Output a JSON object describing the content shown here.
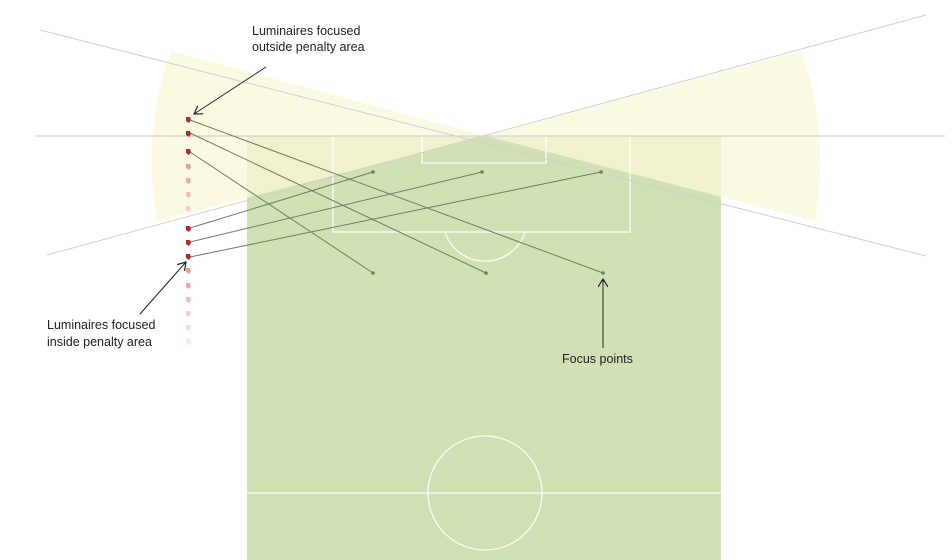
{
  "annotations": {
    "outside_line1": "Luminaires focused",
    "outside_line2": "outside penalty area",
    "inside_line1": "Luminaires focused",
    "inside_line2": "inside penalty area",
    "focus_points": "Focus points"
  },
  "colors": {
    "pitch": "#d2e1b4",
    "light_beam": "#fbf6d8",
    "pitch_lines": "#ffffff",
    "aim_lines": "#6f7d63",
    "luminaire_active": "#b2292e",
    "luminaire_faded": "#e8a7a7",
    "beam_edges": "#cfcfcf",
    "arrows": "#222222"
  }
}
